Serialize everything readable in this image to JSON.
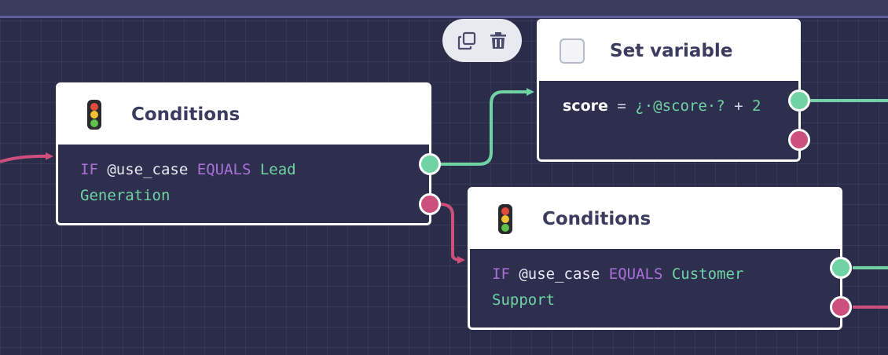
{
  "toolbar": {
    "duplicate_icon": "duplicate-icon",
    "delete_icon": "trash-icon"
  },
  "nodes": {
    "conditions_1": {
      "title": "Conditions",
      "icon": "traffic-light-icon",
      "line1": {
        "kw_if": "IF",
        "var": "@use_case",
        "kw_op": "EQUALS",
        "val": "Lead"
      },
      "line2": {
        "val": "Generation"
      }
    },
    "set_variable": {
      "title": "Set variable",
      "icon": "checkbox-icon",
      "expr": {
        "var": "score",
        "eq": "=",
        "tpl": "¿·@score·?",
        "plus": "+",
        "num": "2"
      }
    },
    "conditions_2": {
      "title": "Conditions",
      "icon": "traffic-light-icon",
      "line1": {
        "kw_if": "IF",
        "var": "@use_case",
        "kw_op": "EQUALS",
        "val": "Customer"
      },
      "line2": {
        "val": "Support"
      }
    }
  },
  "colors": {
    "canvas": "#2b2c4a",
    "success_edge": "#6fd3a4",
    "failure_edge": "#cc4f7c",
    "keyword": "#a970d9",
    "node_title": "#3a3b5e"
  }
}
